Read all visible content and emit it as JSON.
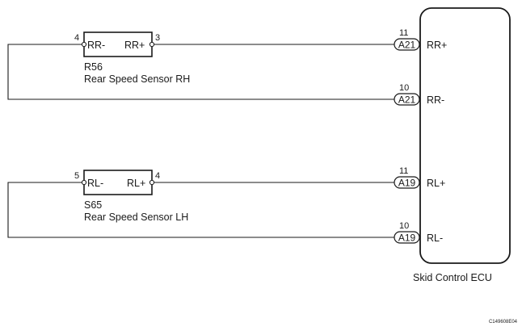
{
  "sensors": [
    {
      "code": "R56",
      "name": "Rear Speed Sensor RH",
      "left_pin": "4",
      "right_pin": "3",
      "left_label": "RR-",
      "right_label": "RR+"
    },
    {
      "code": "S65",
      "name": "Rear Speed Sensor LH",
      "left_pin": "5",
      "right_pin": "4",
      "left_label": "RL-",
      "right_label": "RL+"
    }
  ],
  "connectors": [
    {
      "pin": "11",
      "id": "A21",
      "terminal": "RR+"
    },
    {
      "pin": "10",
      "id": "A21",
      "terminal": "RR-"
    },
    {
      "pin": "11",
      "id": "A19",
      "terminal": "RL+"
    },
    {
      "pin": "10",
      "id": "A19",
      "terminal": "RL-"
    }
  ],
  "ecu": {
    "name": "Skid Control ECU"
  },
  "figure_code": "C149608E04"
}
